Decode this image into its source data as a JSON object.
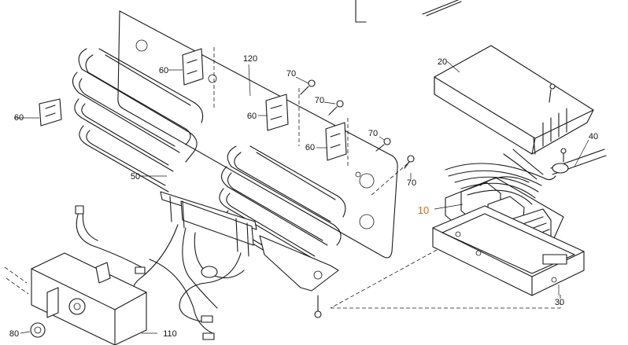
{
  "diagram": {
    "accent_color": "#e06a1a",
    "labels": {
      "l10": "10",
      "l20": "20",
      "l30": "30",
      "l40": "40",
      "l50": "50",
      "l60a": "60",
      "l60b": "60",
      "l60c": "60",
      "l60d": "60",
      "l70a": "70",
      "l70b": "70",
      "l70c": "70",
      "l70d": "70",
      "l80": "80",
      "l110": "110",
      "l120": "120"
    }
  }
}
